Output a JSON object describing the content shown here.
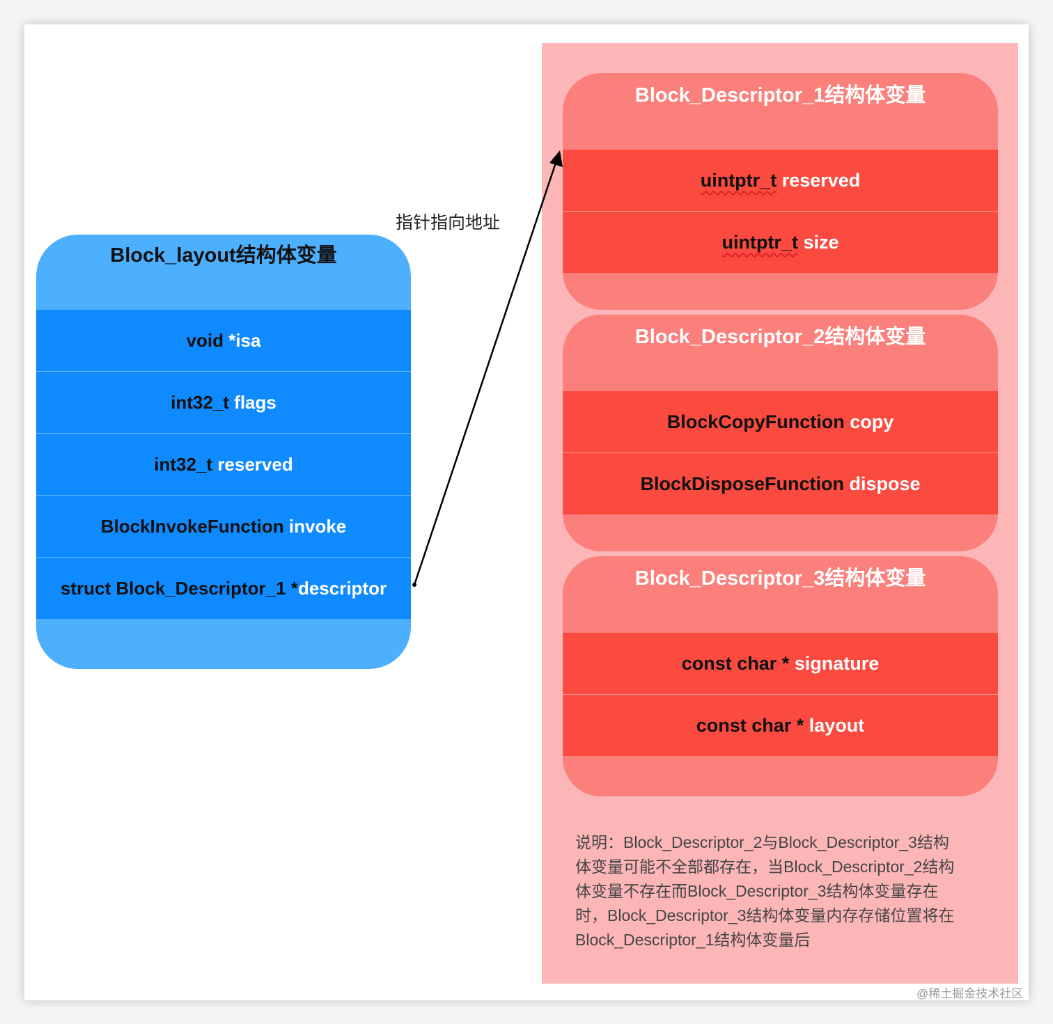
{
  "layout_struct": {
    "title": "Block_layout结构体变量",
    "fields": [
      {
        "type": "void",
        "name": "*isa"
      },
      {
        "type": "int32_t",
        "name": "flags"
      },
      {
        "type": "int32_t",
        "name": "reserved"
      },
      {
        "type": "BlockInvokeFunction",
        "name": "invoke"
      },
      {
        "type": "struct Block_Descriptor_1 *",
        "name": "descriptor"
      }
    ]
  },
  "arrow_label": "指针指向地址",
  "descriptors": [
    {
      "title": "Block_Descriptor_1结构体变量",
      "fields": [
        {
          "type": "uintptr_t",
          "name": "reserved"
        },
        {
          "type": "uintptr_t",
          "name": "size"
        }
      ]
    },
    {
      "title": "Block_Descriptor_2结构体变量",
      "fields": [
        {
          "type": "BlockCopyFunction",
          "name": "copy"
        },
        {
          "type": "BlockDisposeFunction",
          "name": "dispose"
        }
      ]
    },
    {
      "title": "Block_Descriptor_3结构体变量",
      "fields": [
        {
          "type": "const char *",
          "name": "signature"
        },
        {
          "type": "const char *",
          "name": "layout"
        }
      ]
    }
  ],
  "note_lines": [
    "说明：Block_Descriptor_2与Block_Descriptor_3结构",
    "体变量可能不全部都存在，当Block_Descriptor_2结构",
    "体变量不存在而Block_Descriptor_3结构体变量存在",
    "时，Block_Descriptor_3结构体变量内存存储位置将在",
    "Block_Descriptor_1结构体变量后"
  ],
  "watermark": "@稀土掘金技术社区",
  "colors": {
    "blue_outer": "#4db0ff",
    "blue_row": "#108aff",
    "pink_panel": "#fcb6b8",
    "red_outer": "#fb7f7a",
    "red_row": "#fb4a40"
  }
}
